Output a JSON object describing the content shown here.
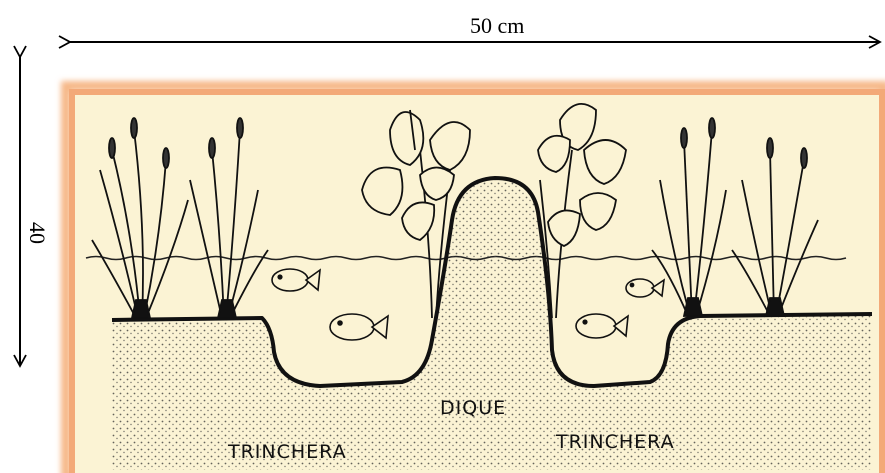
{
  "dimensions": {
    "width_label": "50 cm",
    "height_label": "40"
  },
  "labels": {
    "dike": "DIQUE",
    "trench_left": "TRINCHERA",
    "trench_right": "TRINCHERA"
  },
  "colors": {
    "background": "#fbf3d4",
    "border": "#f6b888",
    "ink": "#111111"
  },
  "elements": {
    "plants": [
      "reed-plant",
      "reed-plant",
      "broadleaf-plant",
      "broadleaf-plant",
      "reed-plant",
      "reed-plant"
    ],
    "fish_count": 4
  }
}
